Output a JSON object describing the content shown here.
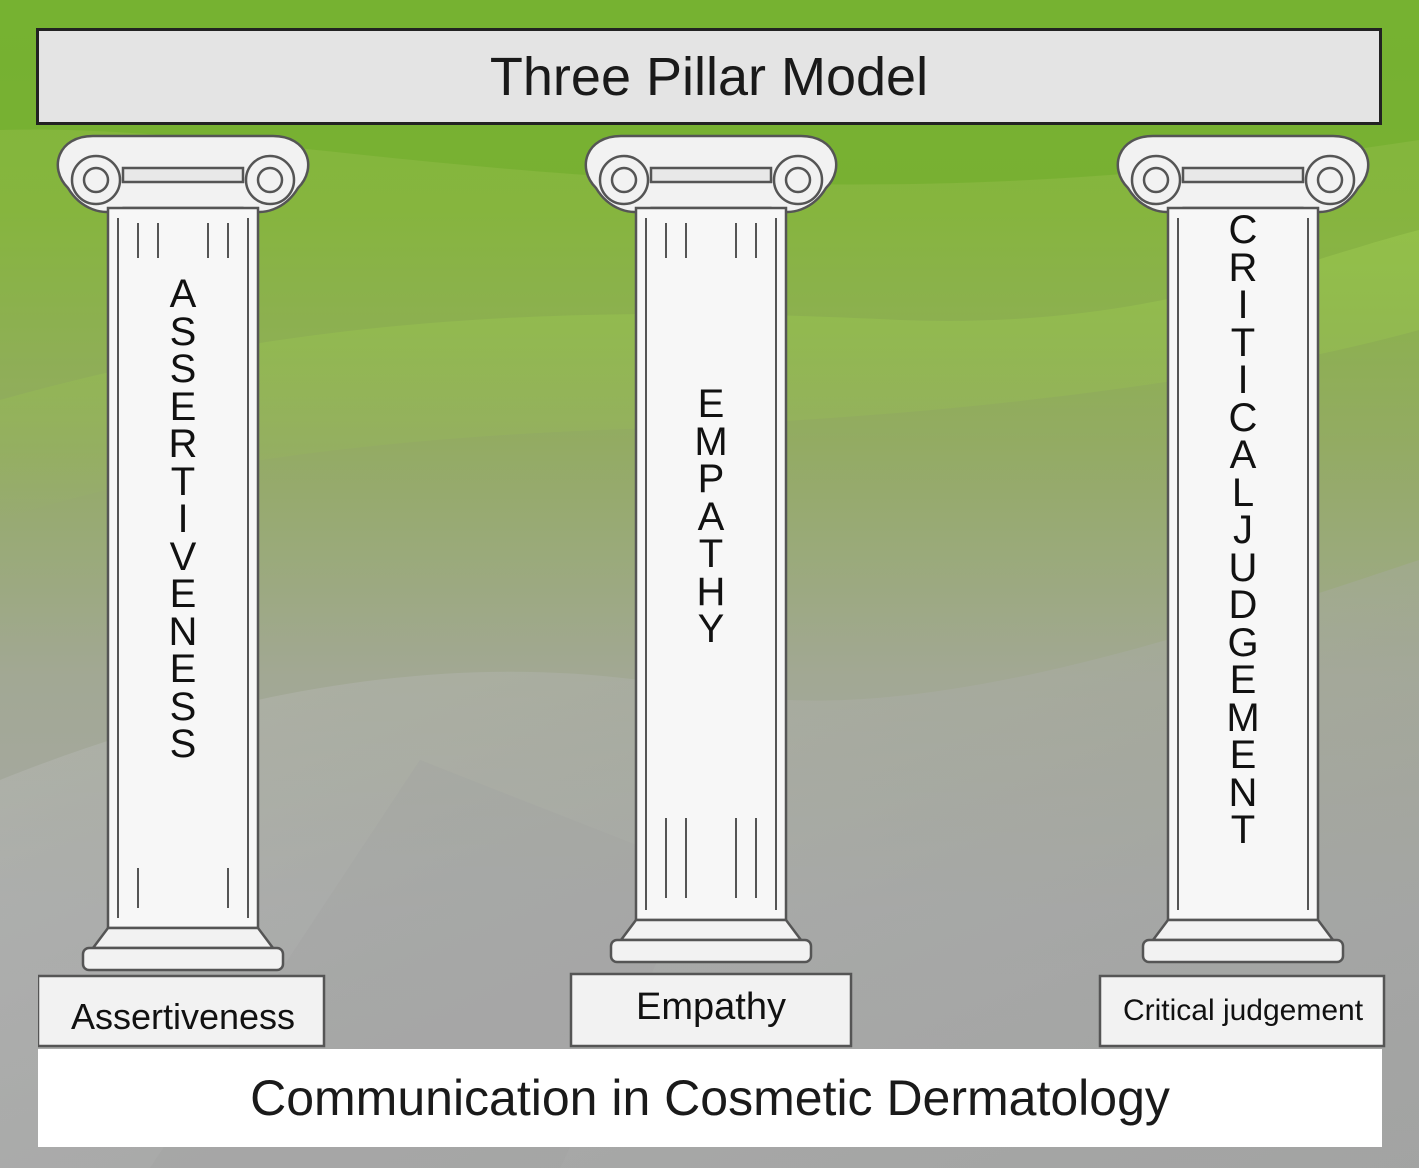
{
  "colors": {
    "background_top": "#7fb83a",
    "background_bottom": "#a9aaa9",
    "pillar_fill": "#f2f2f2",
    "title_bar_fill": "#e4e4e4",
    "footer_fill": "#ffffff"
  },
  "title": "Three Pillar Model",
  "pillars": [
    {
      "shaft_text": "ASSERTIVENESS",
      "base_label": "Assertiveness"
    },
    {
      "shaft_text": "EMPATHY",
      "base_label": "Empathy"
    },
    {
      "shaft_text": "CRITICALJUDGEMENT",
      "base_label": "Critical judgement"
    }
  ],
  "footer": "Communication in Cosmetic Dermatology"
}
